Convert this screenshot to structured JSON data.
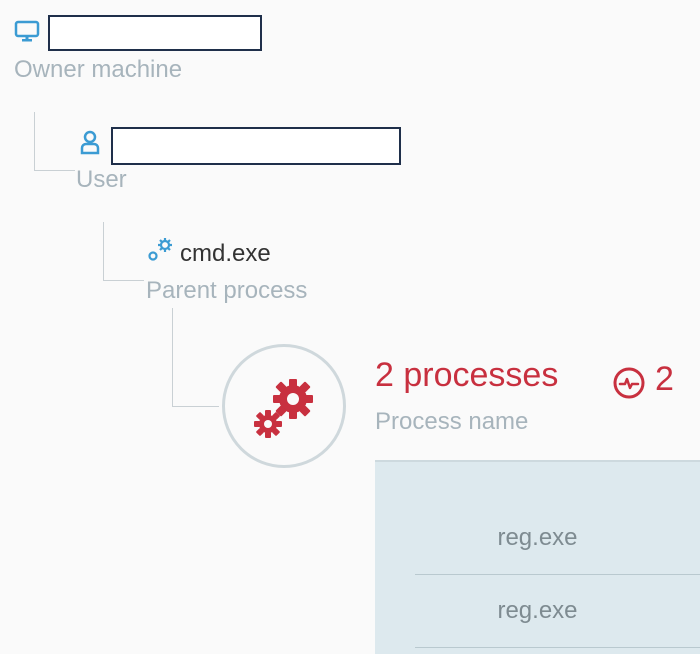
{
  "owner": {
    "icon": "monitor-icon",
    "label": "Owner machine"
  },
  "user": {
    "icon": "user-icon",
    "label": "User"
  },
  "parent": {
    "icon": "gears-icon",
    "name": "cmd.exe",
    "label": "Parent process"
  },
  "process": {
    "icon": "gears-icon",
    "title": "2 processes",
    "activity_icon": "activity-icon",
    "activity_count": "2",
    "label": "Process name",
    "items": [
      {
        "name": "reg.exe"
      },
      {
        "name": "reg.exe"
      }
    ]
  },
  "colors": {
    "accent_blue": "#3b9bd3",
    "alert_red": "#c8303f",
    "muted_text": "#a7b4bc",
    "panel_bg": "#dde9ee"
  }
}
